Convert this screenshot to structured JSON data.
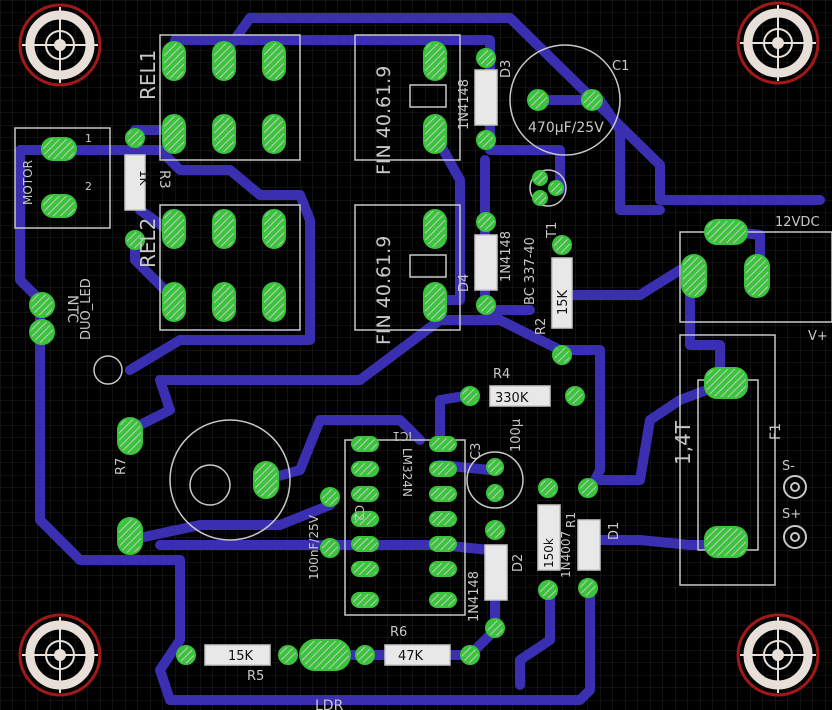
{
  "colors": {
    "background": "#000000",
    "grid": "#2a2a2a",
    "trace": "#3a2fb0",
    "pad_outer": "#39c43b",
    "pad_hatch": "#c8c8c8",
    "silkscreen": "#c8c8c8",
    "hole_ring": "#e8e0d8",
    "hole_red": "#a01818"
  },
  "labels": {
    "rel1": "REL1",
    "rel2": "REL2",
    "relay_type_top": "FIN 40.61.9",
    "relay_type_bottom": "FIN 40.61.9",
    "motor": "MOTOR",
    "motor_pin1": "1",
    "motor_pin2": "2",
    "r3": "R3",
    "r3_value": "1K",
    "ntc": "NTC",
    "duo_led": "DUO_LED",
    "d3_part": "1N4148",
    "d3": "D3",
    "d4_part": "1N4148",
    "d4": "D4",
    "c1": "C1",
    "c1_value": "470µF/25V",
    "t1": "T1",
    "t1_part": "BC 337-40",
    "r2": "R2",
    "r2_value": "15K",
    "supply": "12VDC",
    "v_plus": "V+",
    "r4": "R4",
    "r4_value": "330K",
    "c3": "C3",
    "c3_value": "100µ",
    "ic1": "IC1",
    "ic1_part": "LM324N",
    "c2": "C2",
    "c2_value": "100nF/25V",
    "r7": "R7",
    "f1": "F1",
    "fuse_value": "1,4T",
    "s_minus": "S-",
    "s_plus": "S+",
    "r1_value": "150k",
    "r1": "R1",
    "d1_part": "1N4007",
    "d1": "D1",
    "d2_part": "1N4148",
    "d2": "D2",
    "r6": "R6",
    "r6_value": "47K",
    "r5": "R5",
    "r5_value": "15K",
    "ldr": "LDR"
  }
}
